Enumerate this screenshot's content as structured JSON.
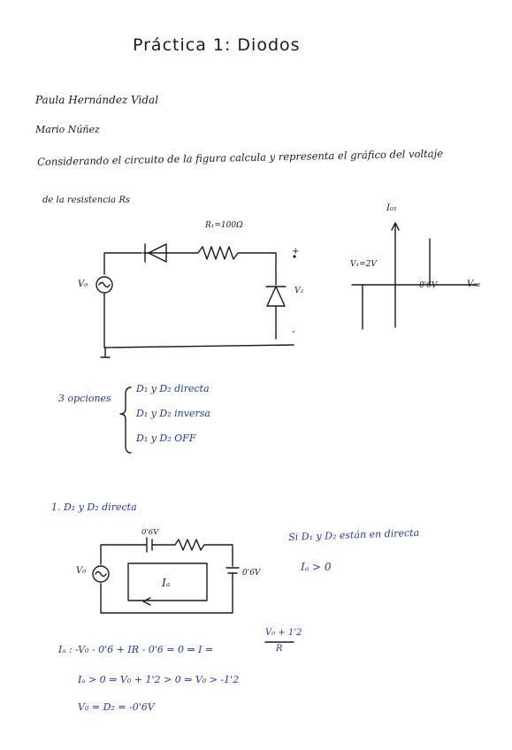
{
  "title": "Práctica 1: Diodos",
  "authors": [
    "Paula Hernández Vidal",
    "Mario Núñez"
  ],
  "statement_line1": "Considerando el circuito de la figura calcula y representa el gráfico del voltaje",
  "statement_line2": "de la resistencia Rs",
  "circuit1": {
    "resistor_label": "R₁=100Ω",
    "source_label": "V₀",
    "diode_label": "V₂",
    "plus": "+",
    "minus": "-"
  },
  "graph": {
    "y_label": "I₀₁",
    "x_label": "V₀₂",
    "left_label": "V₁=2V",
    "right_label": "0'6V"
  },
  "options": {
    "heading": "3 opciones",
    "items": [
      "D₁ y D₂ directa",
      "D₁ y D₂ inversa",
      "D₁ y D₂ OFF"
    ]
  },
  "case1": {
    "heading": "1. D₁ y D₂ directa",
    "top_diode_label": "0'6V",
    "right_diode_label": "0'6V",
    "source_label": "V₀",
    "loop_label": "Iₐ",
    "note_line1": "Si D₁ y D₂ están en directa",
    "note_line2": "Iₐ > 0"
  },
  "equations": {
    "eq1_lhs": "Iₐ :  -V₀ - 0'6 + IR - 0'6 = 0  ⇒  I =",
    "eq1_num": "V₀ + 1'2",
    "eq1_den": "R",
    "eq2": "Iₐ > 0  ⇒  V₀ + 1'2 > 0  ⇒  V₀ > -1'2",
    "eq3": "V₀ = D₂ = -0'6V"
  }
}
